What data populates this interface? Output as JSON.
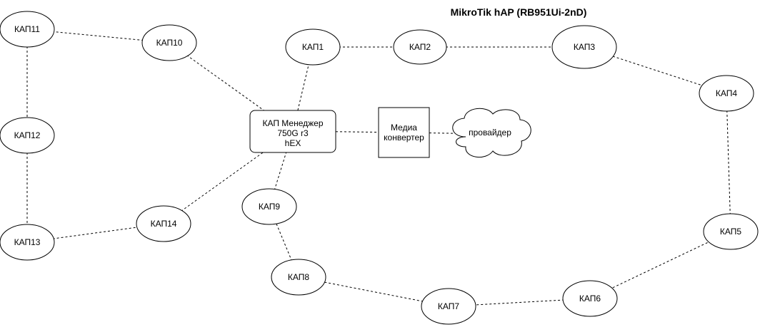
{
  "diagram": {
    "title": "MikroTik hAP (RB951Ui-2nD)",
    "manager": {
      "id": "manager",
      "lines": [
        "КАП Менеджер",
        "750G r3",
        "hEX"
      ]
    },
    "converter": {
      "id": "converter",
      "lines": [
        "Медиа",
        "конвертер"
      ]
    },
    "provider": {
      "id": "provider",
      "label": "провайдер"
    },
    "nodes": [
      {
        "id": "kap1",
        "label": "КАП1"
      },
      {
        "id": "kap2",
        "label": "КАП2"
      },
      {
        "id": "kap3",
        "label": "КАП3"
      },
      {
        "id": "kap4",
        "label": "КАП4"
      },
      {
        "id": "kap5",
        "label": "КАП5"
      },
      {
        "id": "kap6",
        "label": "КАП6"
      },
      {
        "id": "kap7",
        "label": "КАП7"
      },
      {
        "id": "kap8",
        "label": "КАП8"
      },
      {
        "id": "kap9",
        "label": "КАП9"
      },
      {
        "id": "kap10",
        "label": "КАП10"
      },
      {
        "id": "kap11",
        "label": "КАП11"
      },
      {
        "id": "kap12",
        "label": "КАП12"
      },
      {
        "id": "kap13",
        "label": "КАП13"
      },
      {
        "id": "kap14",
        "label": "КАП14"
      }
    ],
    "edges": [
      [
        "manager",
        "kap1"
      ],
      [
        "kap1",
        "kap2"
      ],
      [
        "kap2",
        "kap3"
      ],
      [
        "kap3",
        "kap4"
      ],
      [
        "kap4",
        "kap5"
      ],
      [
        "kap5",
        "kap6"
      ],
      [
        "kap6",
        "kap7"
      ],
      [
        "kap7",
        "kap8"
      ],
      [
        "kap8",
        "kap9"
      ],
      [
        "kap9",
        "manager"
      ],
      [
        "manager",
        "kap10"
      ],
      [
        "kap10",
        "kap11"
      ],
      [
        "kap11",
        "kap12"
      ],
      [
        "kap12",
        "kap13"
      ],
      [
        "kap13",
        "kap14"
      ],
      [
        "kap14",
        "manager"
      ],
      [
        "manager",
        "converter"
      ],
      [
        "converter",
        "provider"
      ]
    ]
  }
}
